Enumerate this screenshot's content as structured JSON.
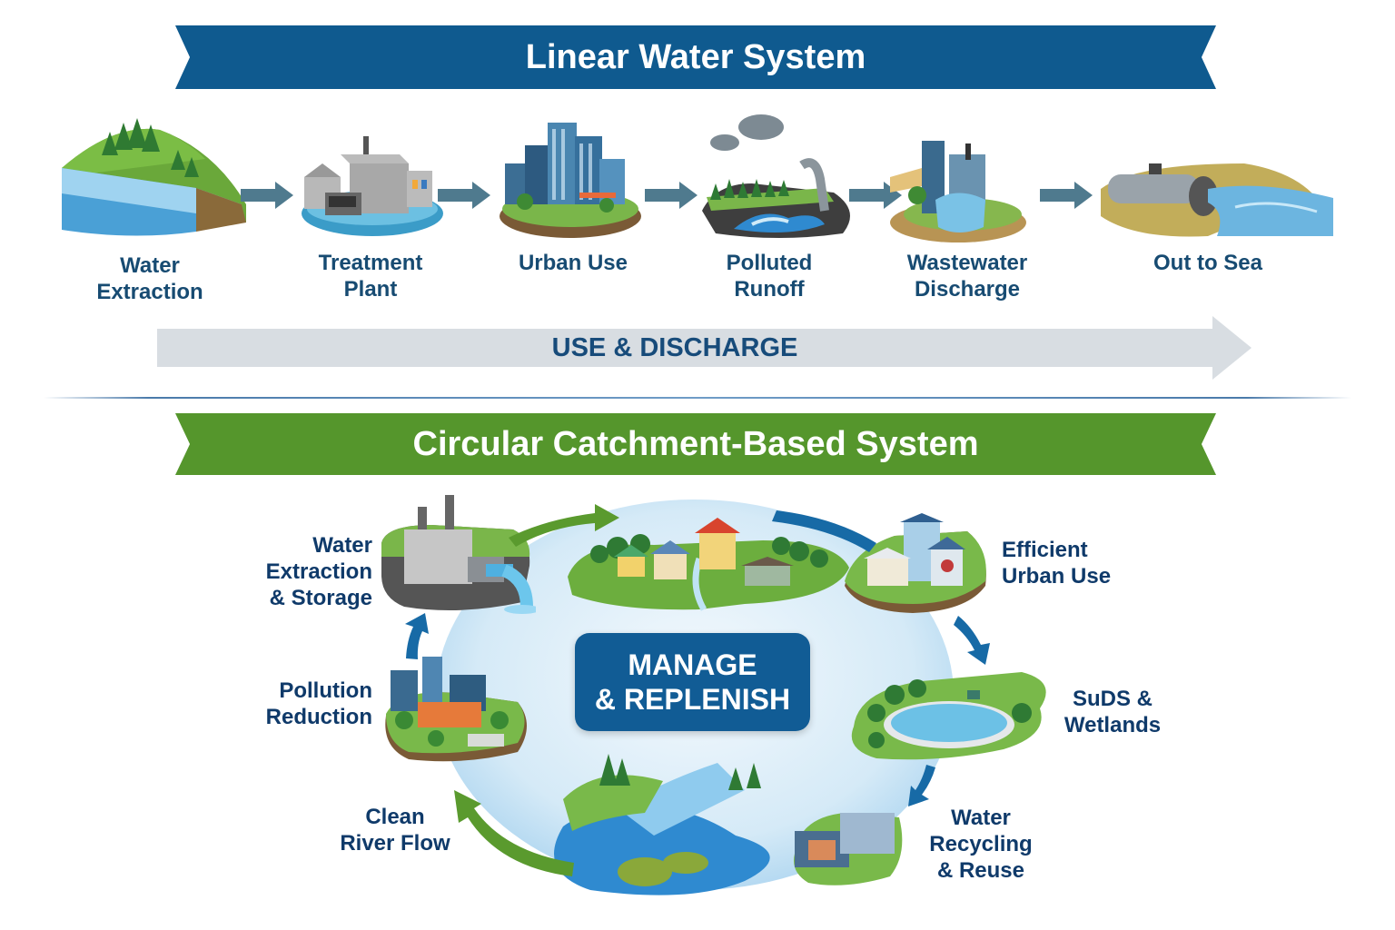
{
  "linear": {
    "title": "Linear Water System",
    "stages": [
      {
        "label_line1": "Water",
        "label_line2": "Extraction",
        "icon": "lake-hill-icon"
      },
      {
        "label_line1": "Treatment",
        "label_line2": "Plant",
        "icon": "treatment-plant-icon"
      },
      {
        "label_line1": "Urban Use",
        "label_line2": "",
        "icon": "city-icon"
      },
      {
        "label_line1": "Polluted",
        "label_line2": "Runoff",
        "icon": "runoff-pipe-icon"
      },
      {
        "label_line1": "Wastewater",
        "label_line2": "Discharge",
        "icon": "wastewater-plant-icon"
      },
      {
        "label_line1": "Out to Sea",
        "label_line2": "",
        "icon": "outfall-pipe-icon"
      }
    ],
    "flow_label": "USE & DISCHARGE"
  },
  "circular": {
    "title": "Circular Catchment-Based System",
    "center_line1": "MANAGE",
    "center_line2": "& REPLENISH",
    "stages": [
      {
        "lines": [
          "Water",
          "Extraction",
          "& Storage"
        ],
        "icon": "extraction-plant-icon"
      },
      {
        "lines": [
          "Efficient",
          "Urban Use"
        ],
        "icon": "houses-icon"
      },
      {
        "lines": [
          "SuDS &",
          "Wetlands"
        ],
        "icon": "wetland-pond-icon"
      },
      {
        "lines": [
          "Water",
          "Recycling",
          "& Reuse"
        ],
        "icon": "recycling-plant-icon"
      },
      {
        "lines": [
          "Clean",
          "River Flow"
        ],
        "icon": "river-icon"
      },
      {
        "lines": [
          "Pollution",
          "Reduction"
        ],
        "icon": "green-city-icon"
      }
    ]
  },
  "colors": {
    "linear_banner": "#0f5a8f",
    "circular_banner": "#55962c",
    "label_text": "#174b72",
    "flow_arrow": "#4f7a8e",
    "cycle_green": "#5a9a2e",
    "cycle_blue": "#176aa6"
  }
}
